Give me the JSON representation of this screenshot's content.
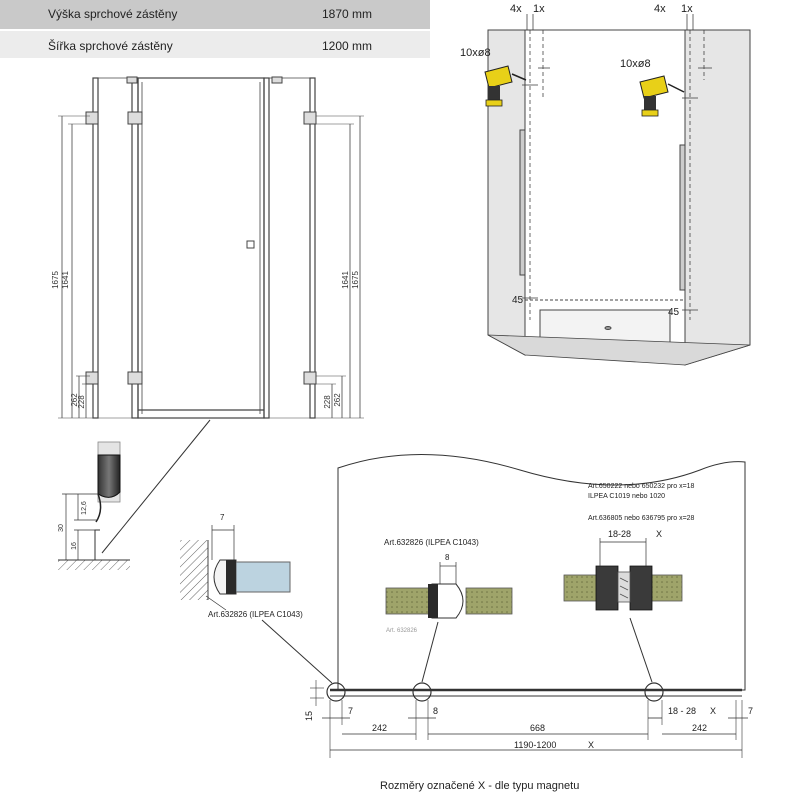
{
  "spec_table": {
    "rows": [
      {
        "label": "Výška sprchové zástěny",
        "value": "1870 mm"
      },
      {
        "label": "Šířka sprchové zástěny",
        "value": "1200 mm"
      }
    ]
  },
  "front_view": {
    "dims_left": [
      "1675",
      "1641"
    ],
    "dims_right": [
      "1641",
      "1675"
    ],
    "dims_bottom_left": [
      "262",
      "228"
    ],
    "dims_bottom_right": [
      "228",
      "262"
    ]
  },
  "drill": {
    "left_top": "4x",
    "left_top2": "1x",
    "right_top": "4x",
    "right_top2": "1x",
    "bit_left": "10xø8",
    "bit_right": "10xø8",
    "angle_left": "45",
    "angle_right": "45"
  },
  "seal": {
    "dims": [
      "12,6",
      "30",
      "16"
    ]
  },
  "detail_left": {
    "dim": "7",
    "art": "Art.632826 (ILPEA C1043)"
  },
  "detail_mid": {
    "dim": "8",
    "art": "Art.632826 (ILPEA C1043)",
    "small": "Art. 632826"
  },
  "detail_right": {
    "lines": [
      "Art.650222 nebo 650232  pro x=18",
      "ILPEA  C1019 nebo 1020",
      "Art.636805 nebo 636795  pro x=28"
    ],
    "dim": "18-28",
    "x": "X"
  },
  "bottom_dims": {
    "h": "15",
    "d7a": "7",
    "d242a": "242",
    "d8": "8",
    "d668": "668",
    "d1828": "18 - 28",
    "x1": "X",
    "d7b": "7",
    "d242b": "242",
    "total": "1190-1200",
    "x2": "X"
  },
  "footer": {
    "note": "Rozměry označené X - dle typu magnetu"
  }
}
